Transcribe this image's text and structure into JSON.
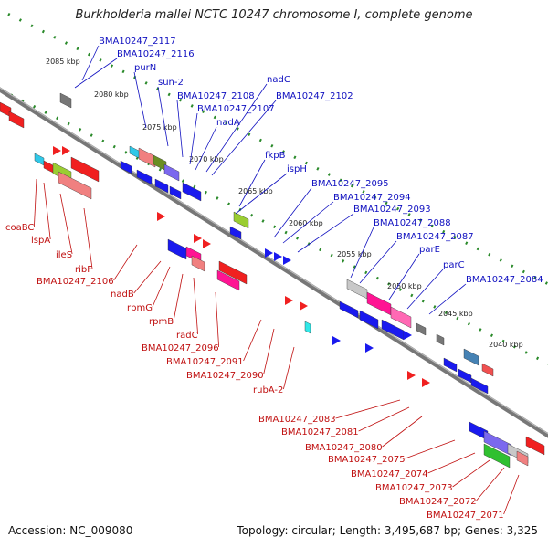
{
  "title": "Burkholderia mallei NCTC 10247 chromosome I, complete genome",
  "accession": "Accession: NC_009080",
  "topology": "Topology: circular; Length: 3,495,687 bp; Genes: 3,325",
  "colors": {
    "forward_label": "#1010c0",
    "reverse_label": "#c01010",
    "axis": "#777777",
    "tick": "#2a8a2a"
  },
  "kbp_ticks": [
    "2085 kbp",
    "2080 kbp",
    "2075 kbp",
    "2070 kbp",
    "2065 kbp",
    "2060 kbp",
    "2055 kbp",
    "2050 kbp",
    "2045 kbp",
    "2040 kbp"
  ],
  "forward_labels": [
    "BMA10247_2117",
    "BMA10247_2116",
    "purN",
    "sun-2",
    "BMA10247_2108",
    "nadC",
    "BMA10247_2102",
    "BMA10247_2107",
    "nadA",
    "fkpB",
    "ispH",
    "BMA10247_2095",
    "BMA10247_2094",
    "BMA10247_2093",
    "BMA10247_2088",
    "BMA10247_2087",
    "parE",
    "parC",
    "BMA10247_2084"
  ],
  "reverse_labels": [
    "coaBC",
    "lspA",
    "ileS",
    "ribF",
    "BMA10247_2106",
    "nadB",
    "rpmG",
    "rpmB",
    "radC",
    "BMA10247_2096",
    "BMA10247_2091",
    "BMA10247_2090",
    "rubA-2",
    "BMA10247_2083",
    "BMA10247_2081",
    "BMA10247_2080",
    "BMA10247_2075",
    "BMA10247_2074",
    "BMA10247_2073",
    "BMA10247_2072",
    "BMA10247_2071"
  ]
}
